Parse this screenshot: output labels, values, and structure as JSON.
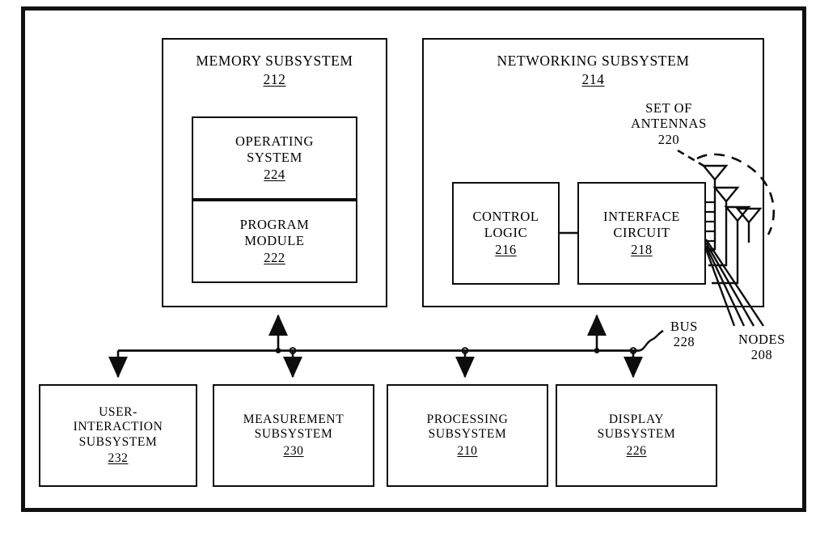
{
  "figure": {
    "type": "patent-block-diagram",
    "background": "#ffffff",
    "ink_color": "#0d0d0d"
  },
  "blocks": {
    "memory_subsystem": {
      "title": "MEMORY SUBSYSTEM",
      "ref": "212"
    },
    "operating_system": {
      "title_line1": "OPERATING",
      "title_line2": "SYSTEM",
      "ref": "224"
    },
    "program_module": {
      "title_line1": "PROGRAM",
      "title_line2": "MODULE",
      "ref": "222"
    },
    "networking_subsystem": {
      "title": "NETWORKING SUBSYSTEM",
      "ref": "214"
    },
    "control_logic": {
      "title_line1": "CONTROL",
      "title_line2": "LOGIC",
      "ref": "216"
    },
    "interface_circuit": {
      "title_line1": "INTERFACE",
      "title_line2": "CIRCUIT",
      "ref": "218"
    },
    "user_interaction_subsystem": {
      "title_line1": "USER-",
      "title_line2": "INTERACTION",
      "title_line3": "SUBSYSTEM",
      "ref": "232"
    },
    "measurement_subsystem": {
      "title_line1": "MEASUREMENT",
      "title_line2": "SUBSYSTEM",
      "ref": "230"
    },
    "processing_subsystem": {
      "title_line1": "PROCESSING",
      "title_line2": "SUBSYSTEM",
      "ref": "210"
    },
    "display_subsystem": {
      "title_line1": "DISPLAY",
      "title_line2": "SUBSYSTEM",
      "ref": "226"
    }
  },
  "annotations": {
    "set_of_antennas": {
      "line1": "SET OF",
      "line2": "ANTENNAS",
      "ref": "220"
    },
    "bus": {
      "line1": "BUS",
      "ref": "228"
    },
    "nodes": {
      "line1": "NODES",
      "ref": "208"
    }
  },
  "icons": {
    "antenna": "antenna-icon",
    "bus_leader": "squiggle-leader-icon",
    "node_leader": "node-leader-lines-icon"
  }
}
